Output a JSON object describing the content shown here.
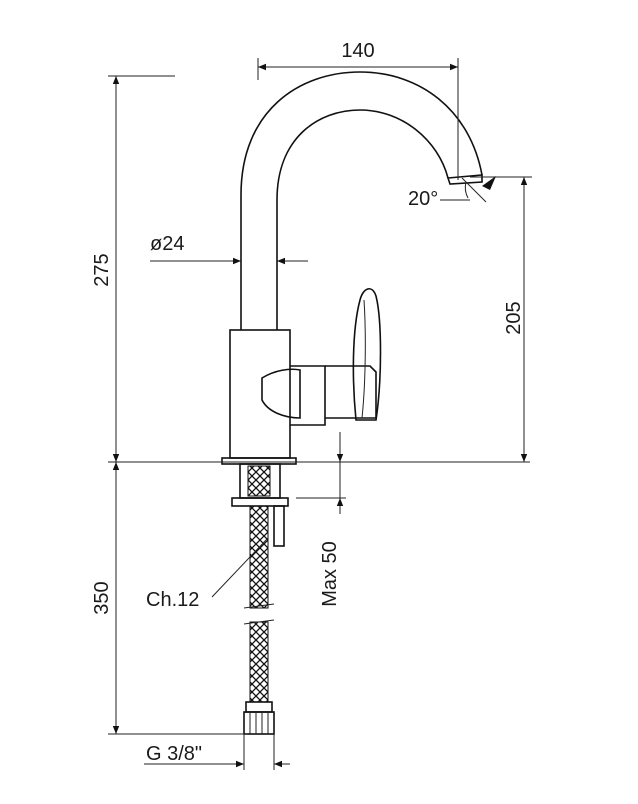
{
  "drawing": {
    "dimensions": {
      "spout_reach": "140",
      "pipe_diameter": "ø24",
      "total_height": "275",
      "spout_height": "205",
      "spout_angle": "20°",
      "hose_length": "350",
      "max_thickness": "Max 50",
      "wrench_size": "Ch.12",
      "thread": "G 3/8\""
    },
    "colors": {
      "line": "#111111",
      "background": "#ffffff"
    }
  }
}
